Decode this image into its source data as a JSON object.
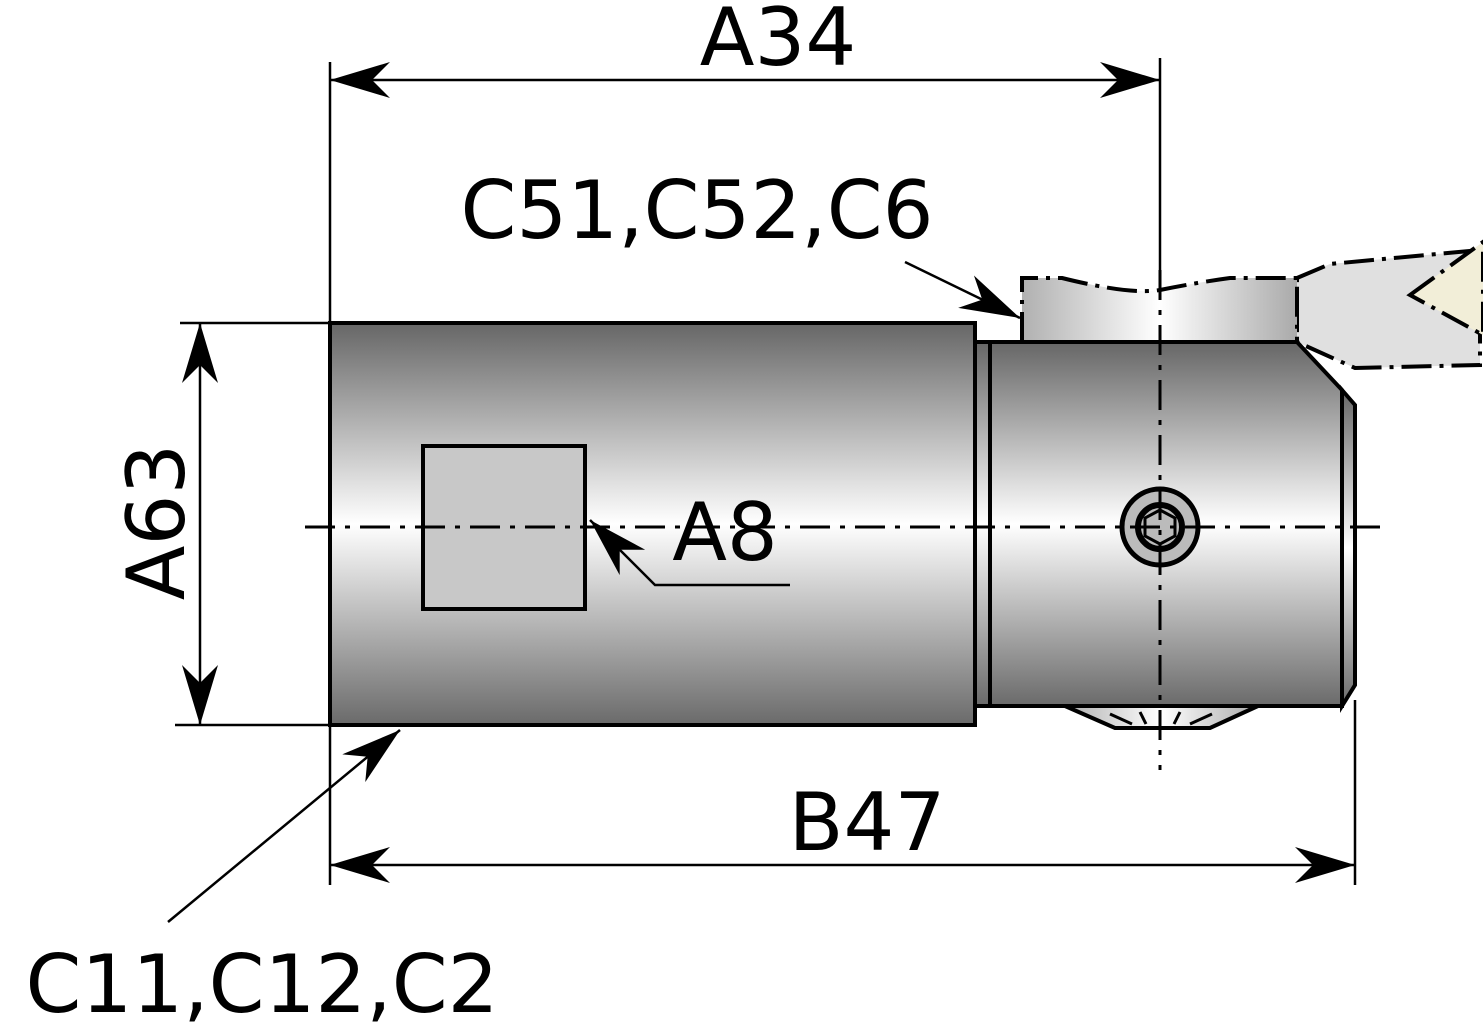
{
  "labels": {
    "top_dimension": "A34",
    "bottom_dimension": "B47",
    "height_dimension": "A63",
    "square_callout": "A8",
    "upper_callout": "C51,C52,C6",
    "lower_callout": "C11,C12,C2"
  },
  "colors": {
    "line": "#000000",
    "body_dark": "#666666",
    "body_light": "#ffffff",
    "square_fill": "#c8c8c8",
    "holder_fill": "#e0e0e0",
    "insert_fill": "#f2eed8"
  }
}
